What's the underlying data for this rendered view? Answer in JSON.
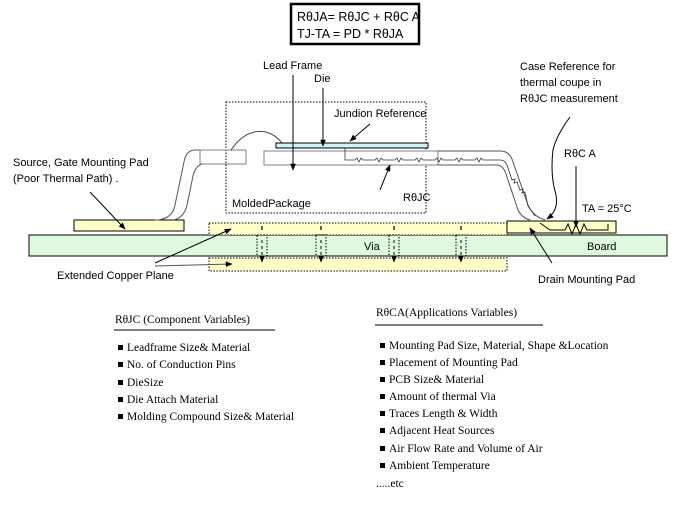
{
  "formula_box": {
    "line1": "RθJA= RθJC + RθC A",
    "line2": "TJ-TA = PD * RθJA"
  },
  "labels": {
    "lead_frame": "Lead Frame",
    "die": "Die",
    "junction_reference": "Jundion Reference",
    "case_reference_1": "Case Reference for",
    "case_reference_2": "thermal coupe in",
    "case_reference_3": "RθJC measurement",
    "source_gate_pad_1": "Source, Gate Mounting Pad",
    "source_gate_pad_2": "(Poor Thermal Path)   .",
    "rthca": "RθC A",
    "ta": "TA = 25°C",
    "rthjc": "RθJC",
    "molded_package": "MoldedPackage",
    "via": "Via",
    "board": "Board",
    "extended_copper_plane": "Extended Copper Plane",
    "drain_mounting_pad": "Drain Mounting Pad"
  },
  "colors": {
    "die": "#ccf5f5",
    "pad": "#ffffc8",
    "board": "#e0fae0",
    "lead": "#808080"
  },
  "component_variables": {
    "title": "RθJC (Component Variables)",
    "items": [
      "Leadframe Size& Material",
      "No. of Conduction Pins",
      "DieSize",
      "Die Attach Material",
      "Molding Compound Size& Material"
    ]
  },
  "application_variables": {
    "title": "RθCA(Applications Variables)",
    "items": [
      "Mounting Pad Size,  Material, Shape &Location",
      "Placement of Mounting Pad",
      "PCB Size& Material",
      "Amount of thermal Via",
      "Traces Length & Width",
      "Adjacent Heat Sources",
      "Air Flow Rate and Volume of Air",
      "Ambient Temperature"
    ],
    "footer": ".....etc"
  }
}
